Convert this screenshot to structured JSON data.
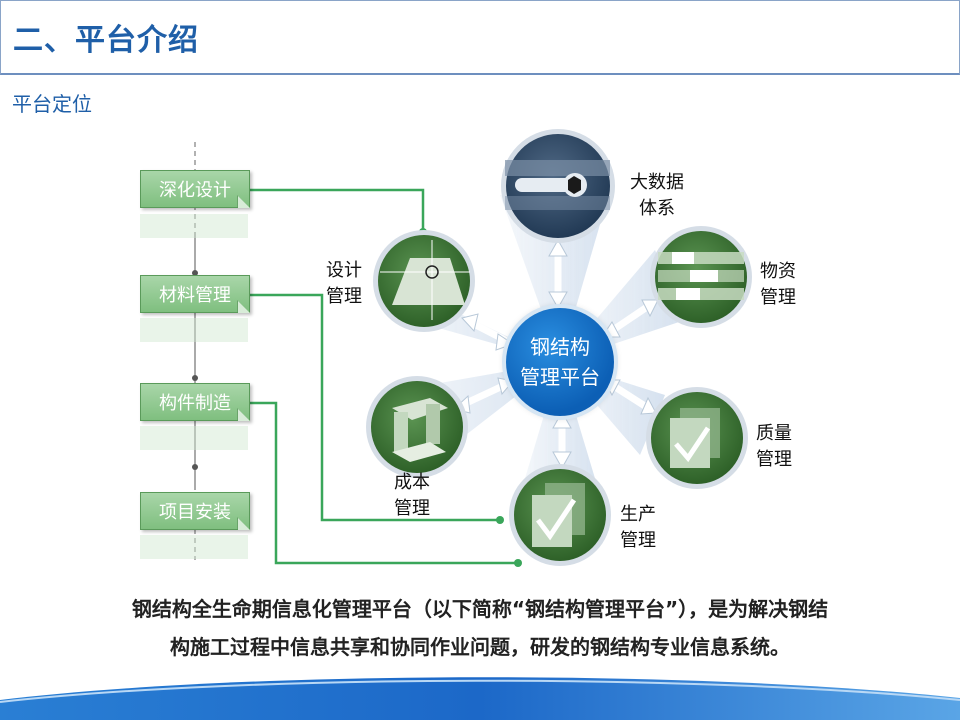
{
  "header": {
    "title": "二、平台介绍"
  },
  "section": {
    "subtitle": "平台定位"
  },
  "left_steps": [
    "深化设计",
    "材料管理",
    "构件制造",
    "项目安装"
  ],
  "center": {
    "line1": "钢结构",
    "line2": "管理平台"
  },
  "nodes": {
    "design": {
      "line1": "设计",
      "line2": "管理"
    },
    "bigdata": {
      "line1": "大数据",
      "line2": "体系"
    },
    "materials": {
      "line1": "物资",
      "line2": "管理"
    },
    "quality": {
      "line1": "质量",
      "line2": "管理"
    },
    "production": {
      "line1": "生产",
      "line2": "管理"
    },
    "cost": {
      "line1": "成本",
      "line2": "管理"
    }
  },
  "description": {
    "line1": "钢结构全生命期信息化管理平台（以下简称“钢结构管理平台”），是为解决钢结",
    "line2": "构施工过程中信息共享和协同作业问题，研发的钢结构专业信息系统。"
  },
  "colors": {
    "accent": "#1f5fa8",
    "node_green": "#3f7a3a",
    "connector": "#3aa65a",
    "center": "#0c5fb5"
  }
}
